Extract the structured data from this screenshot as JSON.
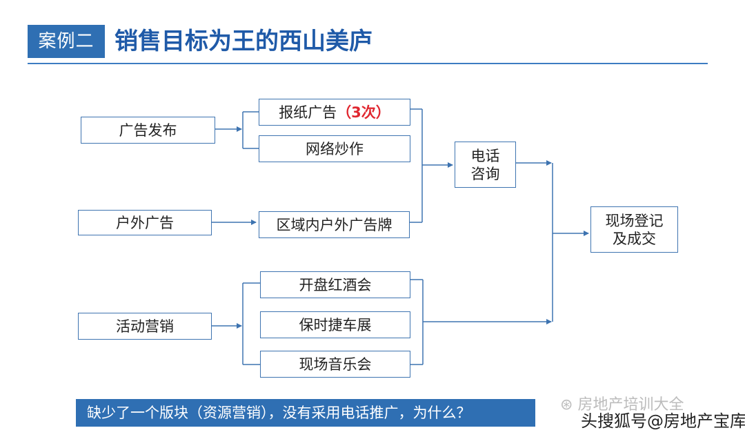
{
  "header": {
    "badge": "案例二",
    "title": "销售目标为王的西山美庐"
  },
  "nodes": {
    "ad_release": "广告发布",
    "newspaper": "报纸广告",
    "newspaper_count": "（3次）",
    "online_hype": "网络炒作",
    "outdoor": "户外广告",
    "billboard": "区域内户外广告牌",
    "phone_line1": "电话",
    "phone_line2": "咨询",
    "event_marketing": "活动营销",
    "red_wine": "开盘红酒会",
    "porsche": "保时捷车展",
    "concert": "现场音乐会",
    "visit_line1": "现场登记",
    "visit_line2": "及成交"
  },
  "footer": {
    "question": "缺少了一个版块（资源营销），没有采用电话推广，为什么？"
  },
  "watermarks": {
    "wechat": "房地产培训大全",
    "sohu": "头搜狐号@房地产宝库"
  },
  "colors": {
    "accent": "#2f6fb3",
    "line": "#3d73b0",
    "highlight": "#e0262f"
  }
}
